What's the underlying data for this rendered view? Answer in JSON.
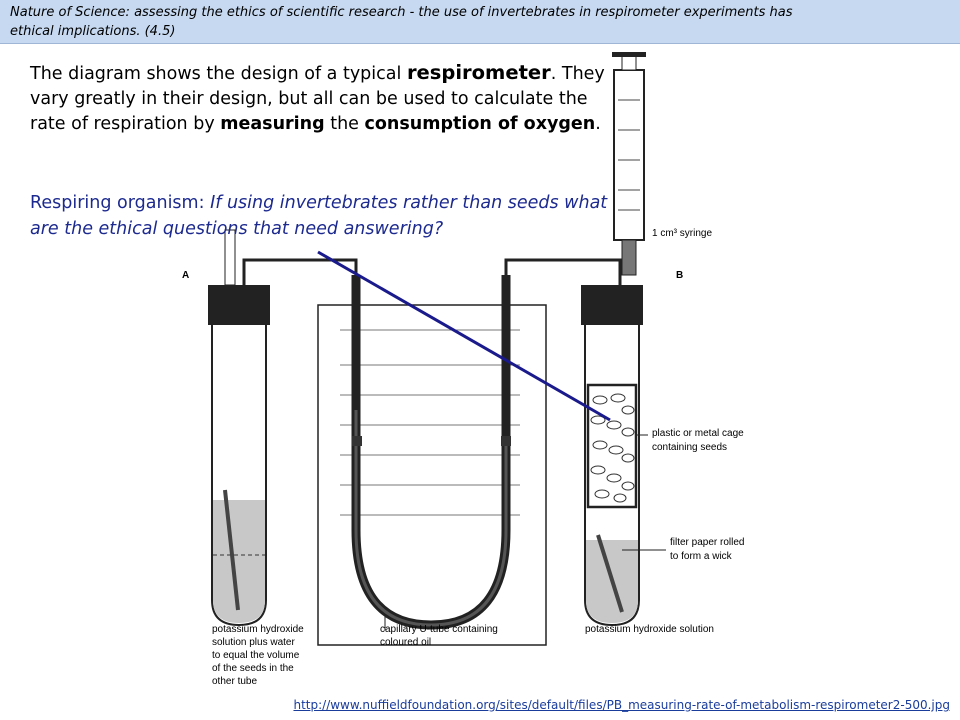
{
  "banner": {
    "line1": "Nature of Science: assessing the ethics of scientific research - the use of invertebrates in respirometer experiments has",
    "line2": "ethical implications. (4.5)"
  },
  "intro": {
    "t1": "The diagram shows the design of a typical ",
    "t2": "respirometer",
    "t3": ". They vary greatly in their design, but all can be used to calculate the rate of respiration by ",
    "t4": "measuring",
    "t5": " the ",
    "t6": "consumption of oxygen",
    "t7": "."
  },
  "question": {
    "prefix": "Respiring organism: ",
    "text": "If using invertebrates rather than seeds what are the ethical questions that need answering?"
  },
  "diagram": {
    "label_a": "A",
    "label_b": "B",
    "syringe": "1 cm³ syringe",
    "cage_1": "plastic or metal cage",
    "cage_2": "containing seeds",
    "filter_1": "filter paper rolled",
    "filter_2": "to form a wick",
    "koh_b": "potassium hydroxide solution",
    "utube_1": "capillary U-tube containing",
    "utube_2": "coloured oil",
    "koh_a_1": "potassium hydroxide",
    "koh_a_2": "solution plus water",
    "koh_a_3": "to equal the volume",
    "koh_a_4": "of the seeds in the",
    "koh_a_5": "other tube",
    "colors": {
      "arrow": "#1a1a8c",
      "liquid": "#c8c8c8"
    }
  },
  "source_url": "http://www.nuffieldfoundation.org/sites/default/files/PB_measuring-rate-of-metabolism-respirometer2-500.jpg"
}
